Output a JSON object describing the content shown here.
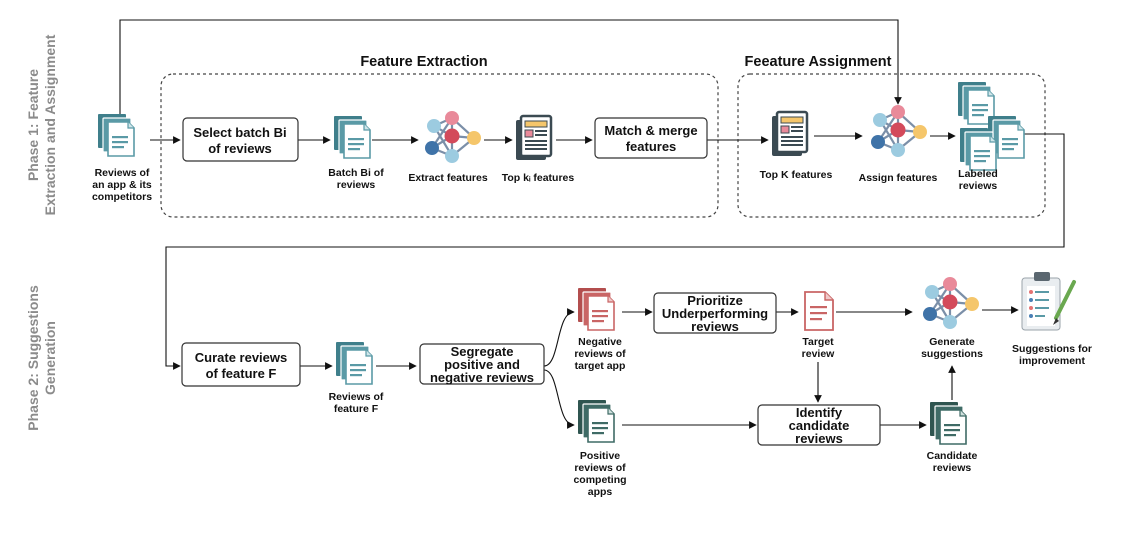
{
  "phase1": {
    "line1": "Phase 1: Feature",
    "line2": "Extraction and Assignment"
  },
  "phase2": {
    "line1": "Phase 2:  Suggestions",
    "line2": "Generation"
  },
  "headers": {
    "extraction": "Feature Extraction",
    "assignment": "Feeature Assignment"
  },
  "boxes": {
    "select_batch": {
      "line1": "Select batch Bi",
      "line2": "of reviews"
    },
    "match_merge": {
      "line1": "Match & merge",
      "line2": "features"
    },
    "curate": {
      "line1": "Curate reviews",
      "line2": "of feature F"
    },
    "segregate": {
      "line1": "Segregate",
      "line2": "positive and",
      "line3": "negative reviews"
    },
    "prioritize": {
      "line1": "Prioritize",
      "line2": "Underperforming",
      "line3": "reviews"
    },
    "identify": {
      "line1": "Identify",
      "line2": "candidate",
      "line3": "reviews"
    }
  },
  "labels": {
    "reviews_app": [
      "Reviews of",
      "an app & its",
      "competitors"
    ],
    "batch_bi": [
      "Batch Bi of",
      "reviews"
    ],
    "extract_features": "Extract features",
    "top_ki": "Top kᵢ features",
    "top_k": "Top K features",
    "assign_features": "Assign features",
    "labeled_reviews": [
      "Labeled",
      "reviews"
    ],
    "reviews_feature": [
      "Reviews of",
      "feature F"
    ],
    "negative_reviews": [
      "Negative",
      "reviews of",
      "target app"
    ],
    "positive_reviews": [
      "Positive",
      "reviews of",
      "competing",
      "apps"
    ],
    "target_review": [
      "Target",
      "review"
    ],
    "generate_suggestions": [
      "Generate",
      "suggestions"
    ],
    "candidate_reviews": [
      "Candidate",
      "reviews"
    ],
    "suggestions_improvement": [
      "Suggestions for",
      "improvement"
    ]
  },
  "icons": {
    "document": "document-stack-icon",
    "network": "neural-network-icon",
    "newspaper": "feature-list-icon",
    "clipboard": "clipboard-checklist-icon"
  },
  "colors": {
    "teal_doc": "#5a9aa6",
    "teal_doc_light": "#9ecdd4",
    "red_doc": "#c96565",
    "red_doc_light": "#f0c9c9",
    "dark_teal_doc": "#3f6b66",
    "node_pink": "#e98a9a",
    "node_red": "#d34a5b",
    "node_yellow": "#f5c66b",
    "node_blue": "#9ccbe0",
    "node_darkblue": "#3f73a8"
  }
}
